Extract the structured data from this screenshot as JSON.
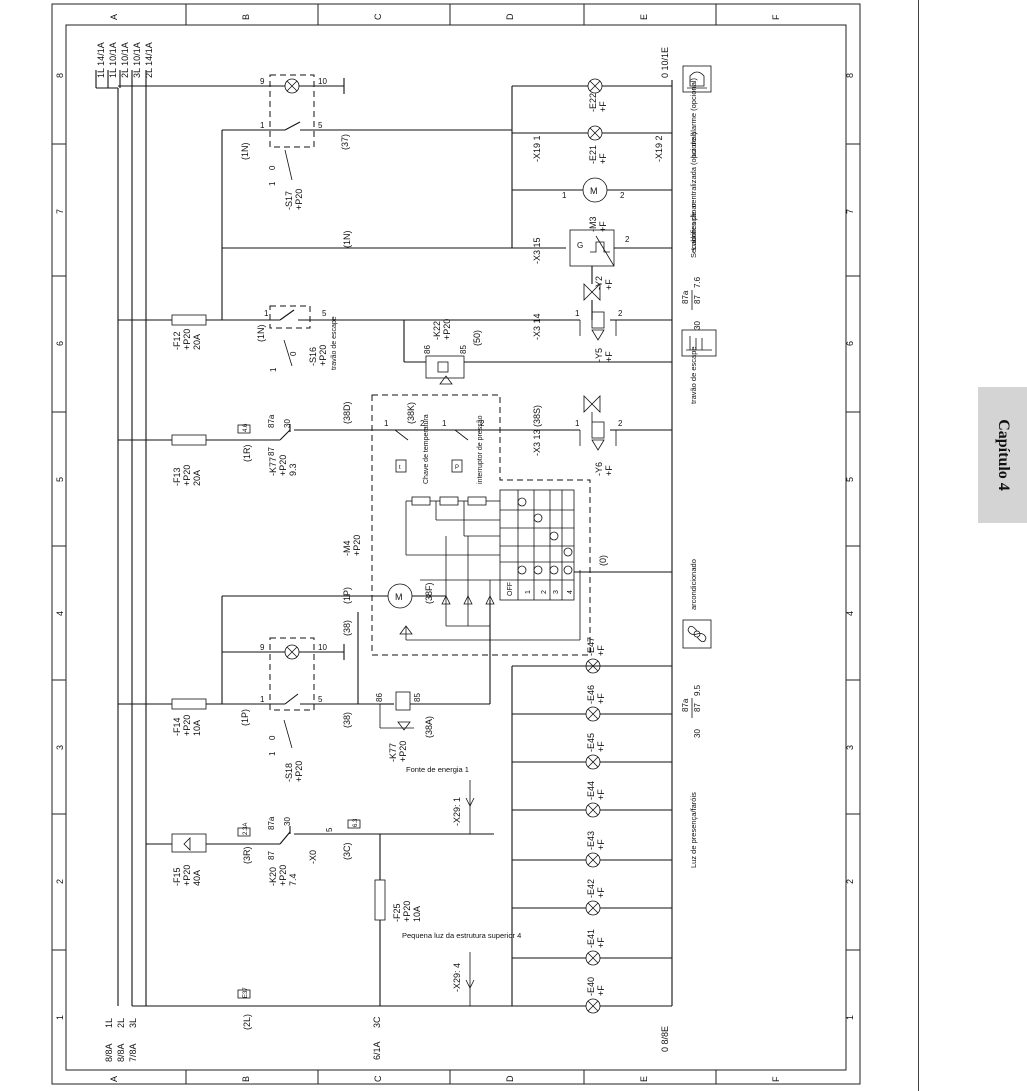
{
  "section_tab": "Capítulo 4",
  "border": {
    "columns": [
      "A",
      "B",
      "C",
      "D",
      "E",
      "F"
    ],
    "rows": [
      "8",
      "7",
      "6",
      "5",
      "4",
      "3",
      "2",
      "1"
    ]
  },
  "supply": {
    "top_labels": [
      "1L 14/1A",
      "1L 10/1A",
      "2L 10/1A",
      "3L 10/1A",
      "2L 14/1A"
    ],
    "bottom_labels": [
      "1L",
      "2L",
      "3L"
    ],
    "bottom_refs": [
      "8/8A",
      "8/8A",
      "7/8A"
    ],
    "neutral_top": "0 10/1E",
    "neutral_bottom": "0 8/8E",
    "c_rail_top": "3C",
    "c_rail_bottom": "6/1A"
  },
  "components": {
    "S17": [
      "-S17",
      "+P20"
    ],
    "S16": [
      "-S16",
      "+P20"
    ],
    "S18": [
      "-S18",
      "+P20"
    ],
    "F12": [
      "-F12",
      "+P20",
      "20A"
    ],
    "F13": [
      "-F13",
      "+P20",
      "20A"
    ],
    "F14": [
      "-F14",
      "+P20",
      "10A"
    ],
    "F15": [
      "-F15",
      "+P20",
      "40A"
    ],
    "F25": [
      "-F25",
      "+P20",
      "10A"
    ],
    "K77a": [
      "-K77",
      "+P20",
      "9.3"
    ],
    "K77b": [
      "-K77",
      "+P20"
    ],
    "K22": [
      "-K22",
      "+P20"
    ],
    "K20": [
      "-K20",
      "+P20",
      "7.4"
    ],
    "M4": [
      "-M4",
      "+P20"
    ],
    "M3": [
      "-M3",
      "+F"
    ],
    "Y2": [
      "-Y2",
      "+F"
    ],
    "Y5": [
      "-Y5",
      "+F"
    ],
    "Y6": [
      "-Y6",
      "+F"
    ],
    "E22": [
      "-E22",
      "+F"
    ],
    "E21": [
      "-E21",
      "+F"
    ],
    "X0": "-X0",
    "lamps": [
      [
        "-E47",
        "+F"
      ],
      [
        "-E46",
        "+F"
      ],
      [
        "-E45",
        "+F"
      ],
      [
        "-E44",
        "+F"
      ],
      [
        "-E43",
        "+F"
      ],
      [
        "-E42",
        "+F"
      ],
      [
        "-E41",
        "+F"
      ],
      [
        "-E40",
        "+F"
      ]
    ]
  },
  "terminals": {
    "x1_1": "-X19 1",
    "x1_2": "-X19 2",
    "x3_15": "-X3 15",
    "x3_14": "-X3 14",
    "x3_13": "-X3 13 (38S)",
    "x29_1": "-X29: 1",
    "x29_4": "-X29: 4"
  },
  "wire_labels": [
    "(1N)",
    "(37)",
    "(1N)",
    "(1N)",
    "(50)",
    "(1R)",
    "(38D)",
    "(38K)",
    "(1P)",
    "(38F)",
    "(38)",
    "(1P)",
    "(38)",
    "(38A)",
    "(3R)",
    "(3C)",
    "(2L)",
    "(0)"
  ],
  "contact_numbers": [
    "9",
    "10",
    "1",
    "5",
    "0",
    "1",
    "87a",
    "30",
    "87",
    "86",
    "85",
    "1",
    "2",
    "2",
    "1",
    "2",
    "1",
    "2"
  ],
  "tags": [
    "2.3A",
    "4.6",
    "6.3",
    "E37"
  ],
  "relay_refs": [
    {
      "a": "87a",
      "b": "30",
      "c": "87",
      "ref": "7.6"
    },
    {
      "a": "87a",
      "b": "30",
      "c": "87",
      "ref": "9.5"
    }
  ],
  "labels": {
    "alarm": "luz de alarme (opcional)",
    "lubrication": "Lubrificação centralizada (opcional)",
    "dryer": "Secadores de ar",
    "exhaust_brake": "travão de escape",
    "temp_switch": "Chave de temperatura",
    "pressure_switch": "interruptor de pressão",
    "aircon": "arcondicionado",
    "presence_lights": "Luz de presença/faróis",
    "power_source": "Fonte de energia 1",
    "small_light": "Pequena luz da estrutura superior 4",
    "switch_off": "OFF",
    "switch_positions": [
      "1",
      "2",
      "3",
      "4"
    ]
  }
}
